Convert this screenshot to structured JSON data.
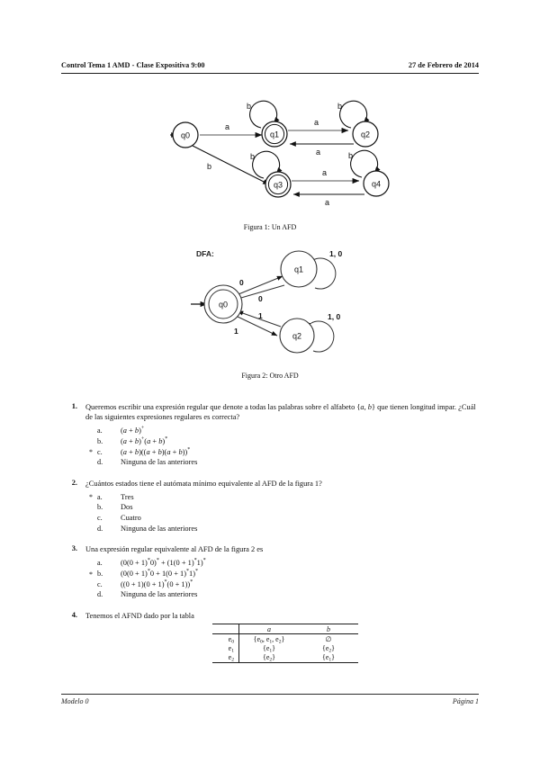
{
  "header": {
    "title": "Control Tema 1 AMD - Clase Expositiva 9:00",
    "date": "27 de Febrero de 2014"
  },
  "footer": {
    "left": "Modelo 0",
    "right": "Página 1"
  },
  "figure1": {
    "caption": "Figura 1: Un AFD",
    "states": [
      {
        "id": "q0",
        "label": "q0",
        "accepting": false,
        "start": true
      },
      {
        "id": "q1",
        "label": "q1",
        "accepting": true,
        "start": false
      },
      {
        "id": "q2",
        "label": "q2",
        "accepting": false,
        "start": false
      },
      {
        "id": "q3",
        "label": "q3",
        "accepting": true,
        "start": false
      },
      {
        "id": "q4",
        "label": "q4",
        "accepting": false,
        "start": false
      }
    ],
    "transitions": [
      {
        "from": "q0",
        "to": "q1",
        "label": "a"
      },
      {
        "from": "q0",
        "to": "q3",
        "label": "b"
      },
      {
        "from": "q1",
        "to": "q1",
        "label": "b"
      },
      {
        "from": "q1",
        "to": "q2",
        "label": "a"
      },
      {
        "from": "q2",
        "to": "q1",
        "label": "a"
      },
      {
        "from": "q2",
        "to": "q2",
        "label": "b"
      },
      {
        "from": "q3",
        "to": "q3",
        "label": "b"
      },
      {
        "from": "q3",
        "to": "q4",
        "label": "a"
      },
      {
        "from": "q4",
        "to": "q3",
        "label": "a"
      },
      {
        "from": "q4",
        "to": "q4",
        "label": "b"
      }
    ]
  },
  "figure2": {
    "caption": "Figura 2: Otro AFD",
    "title": "DFA:",
    "states": [
      {
        "id": "q0",
        "label": "q0",
        "accepting": true,
        "start": true
      },
      {
        "id": "q1",
        "label": "q1",
        "accepting": false,
        "start": false
      },
      {
        "id": "q2",
        "label": "q2",
        "accepting": false,
        "start": false
      }
    ],
    "transitions": [
      {
        "from": "q0",
        "to": "q1",
        "label": "0"
      },
      {
        "from": "q1",
        "to": "q0",
        "label": "0"
      },
      {
        "from": "q0",
        "to": "q2",
        "label": "1"
      },
      {
        "from": "q2",
        "to": "q0",
        "label": "1"
      },
      {
        "from": "q1",
        "to": "q1",
        "label": "1, 0"
      },
      {
        "from": "q2",
        "to": "q2",
        "label": "1, 0"
      }
    ]
  },
  "questions": [
    {
      "number": "1.",
      "text": "Queremos escribir una expresión regular que denote a todas las palabras sobre el alfabeto {a, b} que tienen longitud impar. ¿Cuál de las siguientes expresiones regulares es correcta?",
      "options": [
        {
          "letter": "a.",
          "marked": false,
          "text": "(a + b)+"
        },
        {
          "letter": "b.",
          "marked": false,
          "text": "(a + b)+(a + b)*"
        },
        {
          "letter": "c.",
          "marked": true,
          "text": "(a + b)((a + b)(a + b))*"
        },
        {
          "letter": "d.",
          "marked": false,
          "text": "Ninguna de las anteriores"
        }
      ]
    },
    {
      "number": "2.",
      "text": "¿Cuántos estados tiene el autómata mínimo equivalente al AFD de la figura 1?",
      "options": [
        {
          "letter": "a.",
          "marked": true,
          "text": "Tres"
        },
        {
          "letter": "b.",
          "marked": false,
          "text": "Dos"
        },
        {
          "letter": "c.",
          "marked": false,
          "text": "Cuatro"
        },
        {
          "letter": "d.",
          "marked": false,
          "text": "Ninguna de las anteriores"
        }
      ]
    },
    {
      "number": "3.",
      "text": "Una expresión regular equivalente al AFD de la figura 2 es",
      "options": [
        {
          "letter": "a.",
          "marked": false,
          "text": "(0(0 + 1)*0)* + (1(0 + 1)*1)*"
        },
        {
          "letter": "b.",
          "marked": true,
          "text": "(0(0 + 1)*0 + 1(0 + 1)*1)*"
        },
        {
          "letter": "c.",
          "marked": false,
          "text": "((0 + 1)(0 + 1)*(0 + 1))*"
        },
        {
          "letter": "d.",
          "marked": false,
          "text": "Ninguna de las anteriores"
        }
      ]
    },
    {
      "number": "4.",
      "text": "Tenemos el AFND dado por la tabla",
      "options": []
    }
  ],
  "afnd_table": {
    "columns": [
      "",
      "a",
      "b"
    ],
    "rows": [
      {
        "state": "e0",
        "a": "{e0, e1, e2}",
        "b": "∅"
      },
      {
        "state": "e1",
        "a": "{e1}",
        "b": "{e2}"
      },
      {
        "state": "e2",
        "a": "{e2}",
        "b": "{e1}"
      }
    ]
  }
}
